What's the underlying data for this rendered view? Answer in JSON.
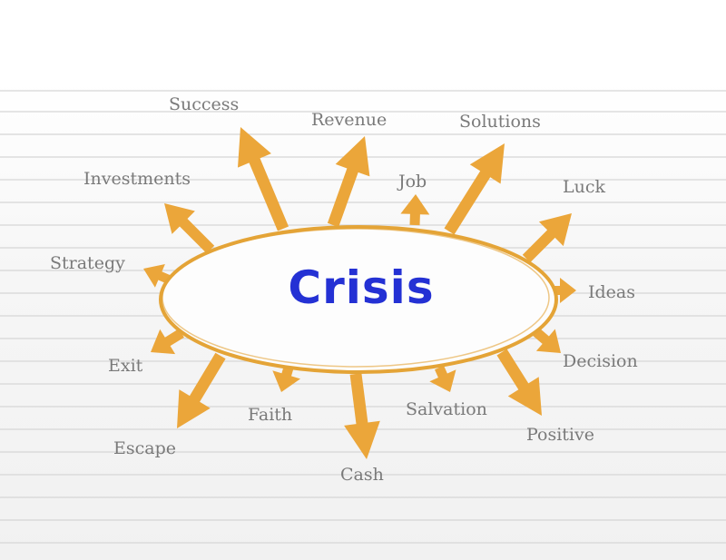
{
  "center": {
    "title": "Crisis"
  },
  "labels": {
    "success": "Success",
    "revenue": "Revenue",
    "solutions": "Solutions",
    "job": "Job",
    "investments": "Investments",
    "luck": "Luck",
    "strategy": "Strategy",
    "ideas": "Ideas",
    "exit": "Exit",
    "decision": "Decision",
    "faith": "Faith",
    "salvation": "Salvation",
    "escape": "Escape",
    "positive": "Positive",
    "cash": "Cash"
  },
  "colors": {
    "arrow": "#eba63a",
    "ellipse": "#e4a437",
    "title": "#2431d4",
    "label": "#7a7a7a",
    "rule_line": "#d6d6d6"
  }
}
